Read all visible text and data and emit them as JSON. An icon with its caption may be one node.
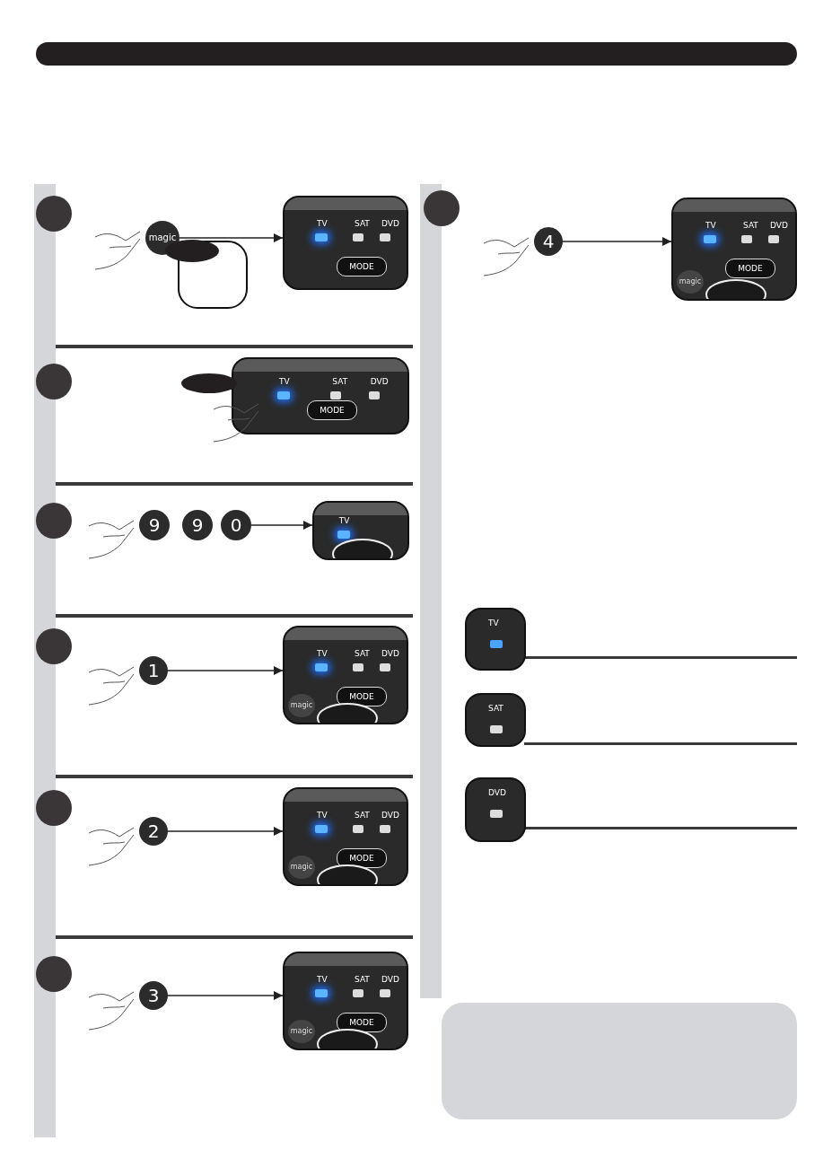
{
  "diagram": {
    "nodes": [
      {
        "text": [],
        "shape": "circle"
      },
      {
        "text": [
          "magic"
        ]
      },
      {
        "text": [
          "TV",
          "SAT",
          "DVD",
          "MODE"
        ]
      },
      {
        "text": [],
        "shape": "circle"
      },
      {
        "text": [
          "TV",
          "SAT",
          "DVD",
          "MODE"
        ]
      },
      {
        "text": [],
        "shape": "circle"
      },
      {
        "text": [
          "9"
        ]
      },
      {
        "text": [
          "9"
        ]
      },
      {
        "text": [
          "0"
        ]
      },
      {
        "text": [
          "TV"
        ]
      },
      {
        "text": [],
        "shape": "circle"
      },
      {
        "text": [
          "1"
        ]
      },
      {
        "text": [
          "TV",
          "SAT",
          "DVD",
          "MODE",
          "magic"
        ]
      },
      {
        "text": [],
        "shape": "circle"
      },
      {
        "text": [
          "2"
        ]
      },
      {
        "text": [
          "TV",
          "SAT",
          "DVD",
          "MODE",
          "magic"
        ]
      },
      {
        "text": [],
        "shape": "circle"
      },
      {
        "text": [
          "3"
        ]
      },
      {
        "text": [
          "TV",
          "SAT",
          "DVD",
          "MODE",
          "magic"
        ]
      },
      {
        "text": [],
        "shape": "circle"
      },
      {
        "text": [
          "4"
        ]
      },
      {
        "text": [
          "TV",
          "SAT",
          "DVD",
          "MODE",
          "magic"
        ]
      },
      {
        "text": [
          "TV"
        ]
      },
      {
        "text": [
          "SAT"
        ]
      },
      {
        "text": [
          "DVD"
        ]
      },
      {
        "text": [],
        "shape": "bar"
      },
      {
        "text": [],
        "shape": "bar"
      }
    ],
    "edges": [
      {
        "from": 1,
        "to": 2,
        "arrow": "to"
      },
      {
        "from": 8,
        "to": 9,
        "arrow": "to"
      },
      {
        "from": 11,
        "to": 12,
        "arrow": "to"
      },
      {
        "from": 14,
        "to": 15,
        "arrow": "to"
      },
      {
        "from": 17,
        "to": 18,
        "arrow": "to"
      },
      {
        "from": 20,
        "to": 21,
        "arrow": "to"
      }
    ]
  }
}
